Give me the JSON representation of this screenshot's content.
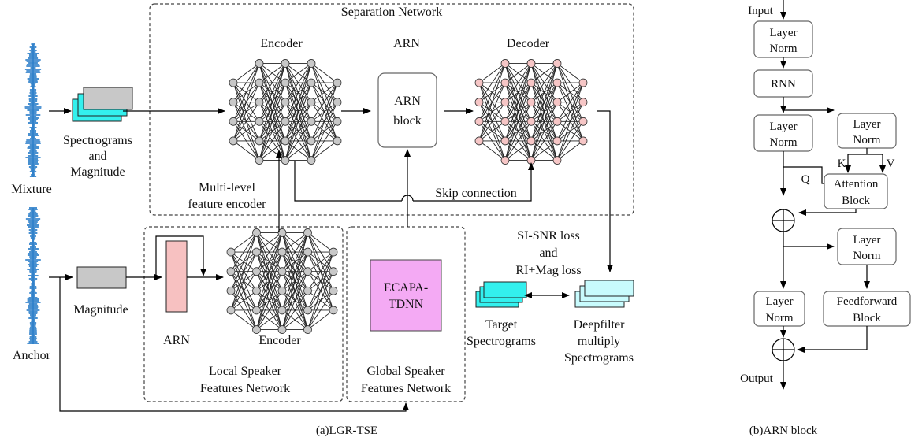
{
  "panel_a": {
    "separation_network": "Separation Network",
    "encoder": "Encoder",
    "arn": "ARN",
    "decoder": "Decoder",
    "arn_block_line1": "ARN",
    "arn_block_line2": "block",
    "mixture": "Mixture",
    "anchor": "Anchor",
    "spec_mag_line1": "Spectrograms",
    "spec_mag_line2": "and",
    "spec_mag_line3": "Magnitude",
    "multi_level_line1": "Multi-level",
    "multi_level_line2": "feature encoder",
    "skip_connection": "Skip connection",
    "magnitude": "Magnitude",
    "local_arn": "ARN",
    "local_encoder": "Encoder",
    "local_net_line1": "Local Speaker",
    "local_net_line2": "Features Network",
    "ecapa_line1": "ECAPA-",
    "ecapa_line2": "TDNN",
    "global_net_line1": "Global Speaker",
    "global_net_line2": "Features Network",
    "loss_line1": "SI-SNR loss",
    "loss_line2": "and",
    "loss_line3": "RI+Mag loss",
    "target_line1": "Target",
    "target_line2": "Spectrograms",
    "deepfilter_line1": "Deepfilter",
    "deepfilter_line2": "multiply",
    "deepfilter_line3": "Spectrograms",
    "caption": "(a)LGR-TSE"
  },
  "panel_b": {
    "input": "Input",
    "layer": "Layer",
    "norm": "Norm",
    "rnn": "RNN",
    "k": "K",
    "v": "V",
    "q": "Q",
    "attention_line1": "Attention",
    "attention_line2": "Block",
    "feedforward_line1": "Feedforward",
    "feedforward_line2": "Block",
    "output": "Output",
    "caption": "(b)ARN block"
  },
  "colors": {
    "spectrogram": "#33f0ee",
    "spectrogram_light": "#c8fbfd",
    "magnitude": "#c8c8c8",
    "arn_local": "#f7c1c1",
    "ecapa": "#f4aaf4",
    "decoder_node": "#f6c6c6",
    "encoder_node": "#c8c8c8",
    "waveform": "#1b74c5"
  }
}
